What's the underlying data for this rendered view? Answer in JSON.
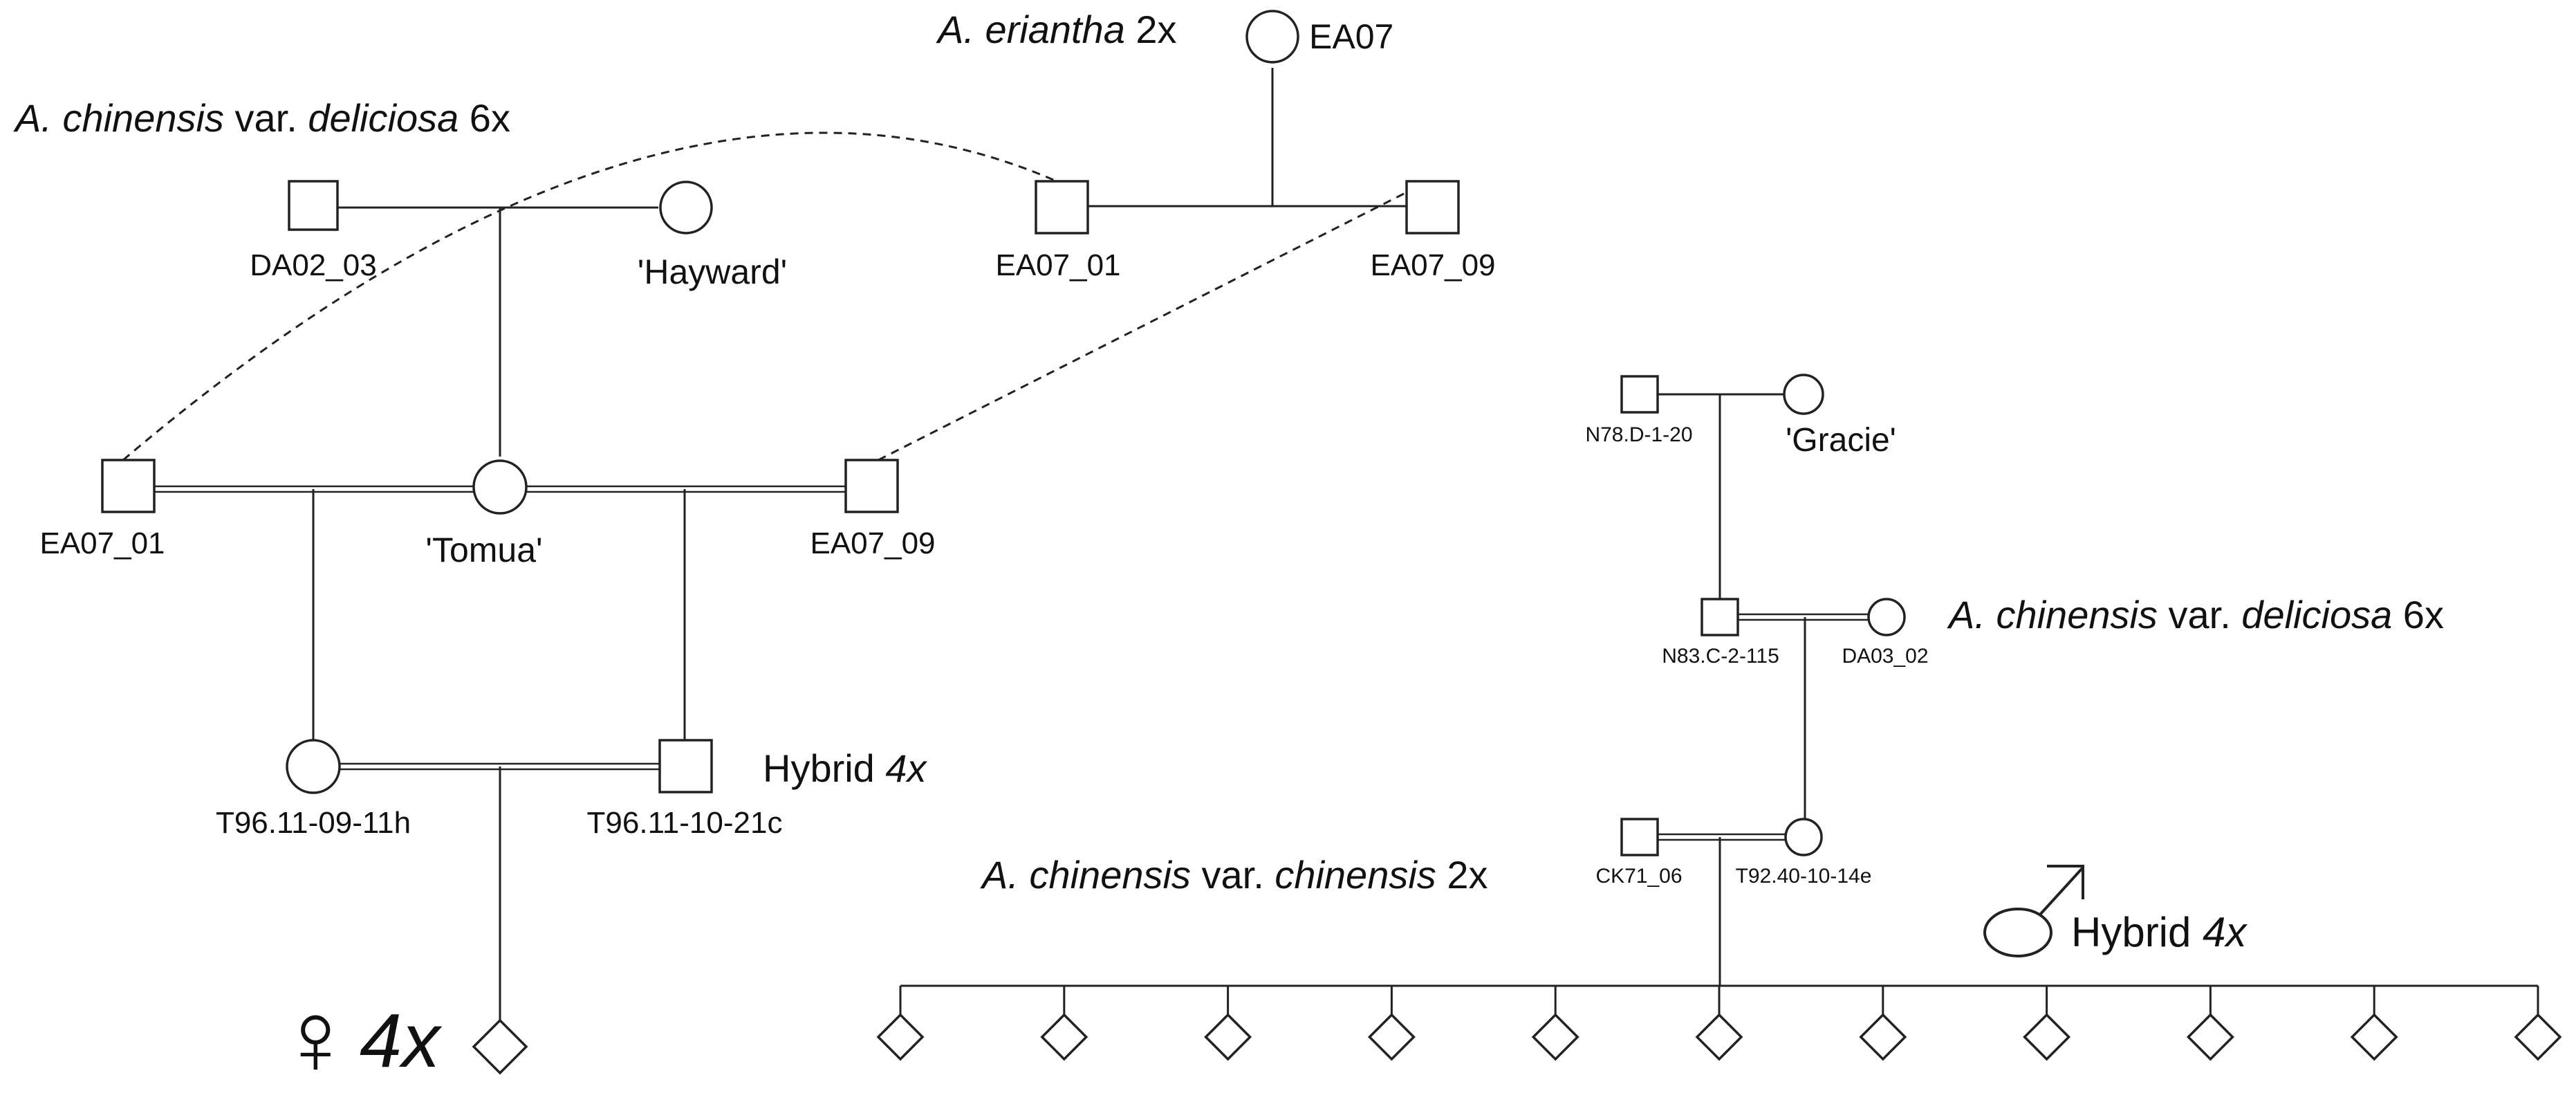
{
  "species_labels": [
    {
      "id": "eriantha",
      "italic": "A. eriantha",
      "regular": "",
      "ploidy": "2x"
    },
    {
      "id": "deliciosa-left",
      "italic": "A. chinensis",
      "regular": " var. ",
      "italic2": "deliciosa",
      "ploidy": "6x"
    },
    {
      "id": "deliciosa-right",
      "italic": "A. chinensis",
      "regular": " var. ",
      "italic2": "deliciosa",
      "ploidy": "6x"
    },
    {
      "id": "chinensis",
      "italic": "A. chinensis",
      "regular": " var. ",
      "italic2": "chinensis",
      "ploidy": "2x"
    }
  ],
  "hybrid_labels": [
    {
      "id": "hybrid-left",
      "text": "Hybrid ",
      "ploidy": "4x"
    },
    {
      "id": "hybrid-male",
      "text": "Hybrid ",
      "ploidy": "4x"
    },
    {
      "id": "female-4x",
      "text": "",
      "ploidy": "4x"
    }
  ],
  "sex_symbols": {
    "female": "♀",
    "male": "male-symbol-icon"
  },
  "individuals": {
    "EA07": "EA07",
    "DA02_03": "DA02_03",
    "Hayward": "'Hayward'",
    "EA07_01_top": "EA07_01",
    "EA07_09_top": "EA07_09",
    "EA07_01_mid": "EA07_01",
    "Tomua": "'Tomua'",
    "EA07_09_mid": "EA07_09",
    "T96_11_09_11h": "T96.11-09-11h",
    "T96_11_10_21c": "T96.11-10-21c",
    "N78_D_1_20": "N78.D-1-20",
    "Gracie": "'Gracie'",
    "N83_C_2_115": "N83.C-2-115",
    "DA03_02": "DA03_02",
    "CK71_06": "CK71_06",
    "T92_40_10_14e": "T92.40-10-14e"
  },
  "offspring_count_right": 11
}
